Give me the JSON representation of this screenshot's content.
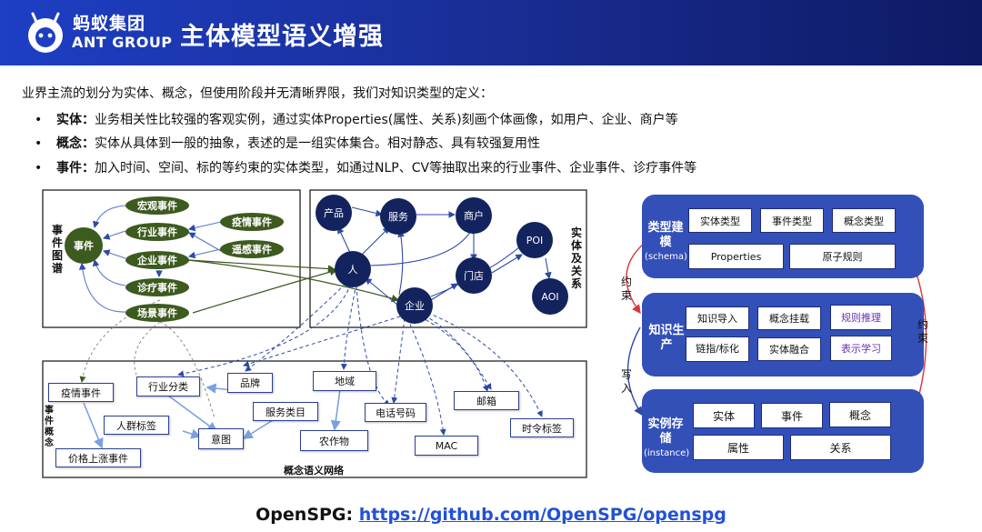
{
  "header": {
    "logo_cn": "蚂蚁集团",
    "logo_en": "ANT GROUP",
    "title": "主体模型语义增强"
  },
  "intro": "业界主流的划分为实体、概念，但使用阶段并无清晰界限，我们对知识类型的定义：",
  "bullets": [
    {
      "term": "实体：",
      "text": "业务相关性比较强的客观实例，通过实体Properties(属性、关系)刻画个体画像，如用户、企业、商户等"
    },
    {
      "term": "概念：",
      "text": "实体从具体到一般的抽象，表述的是一组实体集合。相对静态、具有较强复用性"
    },
    {
      "term": "事件：",
      "text": "加入时间、空间、标的等约束的实体类型，如通过NLP、CV等抽取出来的行业事件、企业事件、诊疗事件等"
    }
  ],
  "event_graph": {
    "label": "事件图谱",
    "center": "事件",
    "nodes": [
      "宏观事件",
      "行业事件",
      "企业事件",
      "诊疗事件",
      "场景事件",
      "疫情事件",
      "遥感事件"
    ]
  },
  "entity_graph": {
    "label": "实体及关系",
    "nodes": [
      "产品",
      "服务",
      "商户",
      "POI",
      "人",
      "门店",
      "AOI",
      "企业"
    ]
  },
  "concept_network": {
    "title": "概念语义网络",
    "side_label": "事件概念",
    "nodes": [
      "疫情事件",
      "行业分类",
      "品牌",
      "地域",
      "邮箱",
      "服务类目",
      "电话号码",
      "人群标签",
      "意图",
      "时令标签",
      "农作物",
      "MAC",
      "价格上涨事件"
    ]
  },
  "right_panel": {
    "schema": {
      "label": "类型建模",
      "sub": "(schema)",
      "boxes": [
        "实体类型",
        "事件类型",
        "概念类型",
        "Properties",
        "原子规则"
      ]
    },
    "production": {
      "label": "知识生产",
      "boxes": [
        "知识导入",
        "概念挂载",
        "规则推理",
        "链指/标化",
        "实体融合",
        "表示学习"
      ]
    },
    "instance": {
      "label": "实例存储",
      "sub": "(instance)",
      "boxes": [
        "实体",
        "事件",
        "概念",
        "属性",
        "关系"
      ]
    },
    "left_top": "约束",
    "left_bottom": "写入",
    "right": "约束"
  },
  "footer": {
    "prefix": "OpenSPG: ",
    "link": "https://github.com/OpenSPG/openspg"
  },
  "colors": {
    "header_start": "#1d3fc4",
    "header_end": "#0e1a63",
    "panel": "#3350b8",
    "event_node": "#3d5a1f",
    "entity_node": "#13235e",
    "link": "#2251d6"
  }
}
